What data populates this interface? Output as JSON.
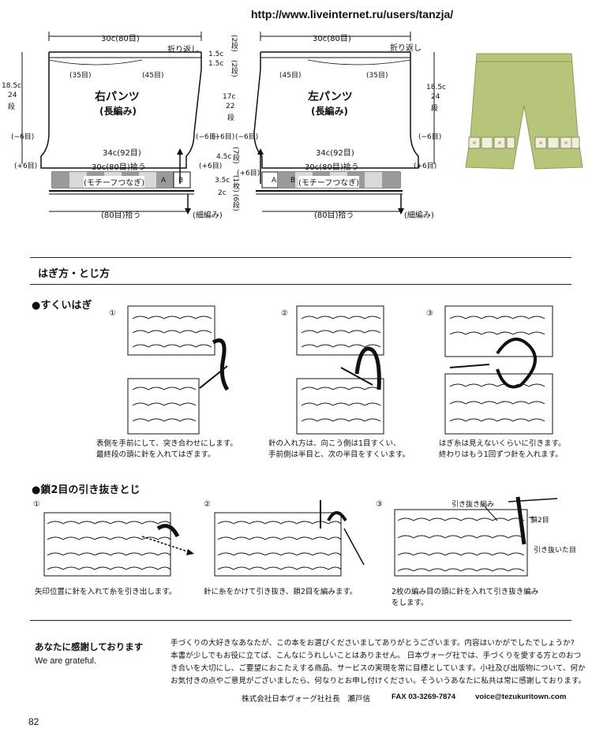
{
  "header": {
    "url": "http://www.liveinternet.ru/users/tanzja/"
  },
  "right_pants": {
    "title": "右パンツ",
    "subtitle": "(長編み)",
    "top_width": "30c(80目)",
    "fold": "折り返し",
    "front_stitches": "(35目)",
    "back_stitches": "(45目)",
    "height_label": [
      "18.5c",
      "24",
      "段"
    ],
    "dec_left": "(−6目)",
    "dec_right": "(−6目)",
    "mid_width": "34c(92目)",
    "inc_left": "(+6目)",
    "inc_right": "(+6目)",
    "pick_width": "30c(80目)拾う",
    "motif_label": "(モチーフつなぎ)",
    "motif_a": "A",
    "motif_b": "B",
    "bottom_pick": "(80目)拾う",
    "edge_label": "(細編み)"
  },
  "center_dims": {
    "fold_1": [
      "1.5c",
      "(2段)"
    ],
    "fold_2": [
      "1.5c",
      "(2段)"
    ],
    "body": [
      "17c",
      "22",
      "段"
    ],
    "inc": [
      "4.5c",
      "(7段)"
    ],
    "motif": [
      "3.5c",
      "(1枚)"
    ],
    "edge": [
      "2c",
      "(6段)"
    ],
    "dec_left": "(−6目)",
    "dec_right": "(−6目)",
    "inc_mid": "(+6目)"
  },
  "left_pants": {
    "title": "左パンツ",
    "subtitle": "(長編み)",
    "top_width": "30c(80目)",
    "fold": "折り返し",
    "back_stitches": "(45目)",
    "front_stitches": "(35目)",
    "height_label": [
      "18.5c",
      "24",
      "段"
    ],
    "dec_right": "(−6目)",
    "mid_width": "34c(92目)",
    "inc_right": "(+6目)",
    "pick_width": "30c(80目)拾う",
    "motif_label": "(モチーフつなぎ)",
    "motif_a": "A",
    "motif_b": "B",
    "bottom_pick": "(80目)拾う",
    "edge_label": "(細編み)"
  },
  "section": {
    "title": "はぎ方・とじ方"
  },
  "sukui": {
    "title": "●すくいはぎ",
    "steps": [
      {
        "num": "①",
        "caption": [
          "表側を手前にして、突き合わせにします。",
          "最終段の頭に針を入れてはぎます。"
        ]
      },
      {
        "num": "②",
        "caption": [
          "針の入れ方は、向こう側は1目すくい、",
          "手前側は半目と、次の半目をすくいます。"
        ]
      },
      {
        "num": "③",
        "caption": [
          "はぎ糸は見えないくらいに引きます。",
          "終わりはもう1回ずつ針を入れます。"
        ]
      }
    ]
  },
  "kusari": {
    "title": "●鎖2目の引き抜きとじ",
    "steps": [
      {
        "num": "①",
        "caption": [
          "矢印位置に針を入れて糸を引き出します。"
        ]
      },
      {
        "num": "②",
        "caption": [
          "針に糸をかけて引き抜き、鎖2目を編みます。"
        ]
      },
      {
        "num": "③",
        "caption": [
          "2枚の編み目の頭に針を入れて引き抜き編み",
          "をします。"
        ]
      }
    ],
    "labels": {
      "pull": "引き抜き編み",
      "chain": "鎖2目",
      "pulled": "引き抜いた目"
    }
  },
  "footer": {
    "heading": "あなたに感謝しております",
    "english": "We are grateful.",
    "paragraph": [
      "手づくりの大好きなあなたが、この本をお選びくださいましてありがとうございます。内容はいかがでしたでしょうか?",
      "本書が少しでもお役に立てば、こんなにうれしいことはありません。 日本ヴォーグ社では、手づくりを愛する方とのおつ",
      "き合いを大切にし、ご要望におこたえする商品、サービスの実現を常に目標としています。小社及び出版物について、何か",
      "お気付きの点やご意見がございましたら、何なりとお申し付けください。そういうあなたに私共は常に感謝しております。"
    ],
    "president": "株式会社日本ヴォーグ社社長　瀬戸信",
    "fax": "FAX 03-3269-7874",
    "email": "voice@tezukuritown.com",
    "page": "82"
  },
  "colors": {
    "yarn_green": "#b7c57a",
    "motif_gray": "#9a9a9a",
    "motif_light": "#d9d9d9",
    "line": "#111111"
  }
}
